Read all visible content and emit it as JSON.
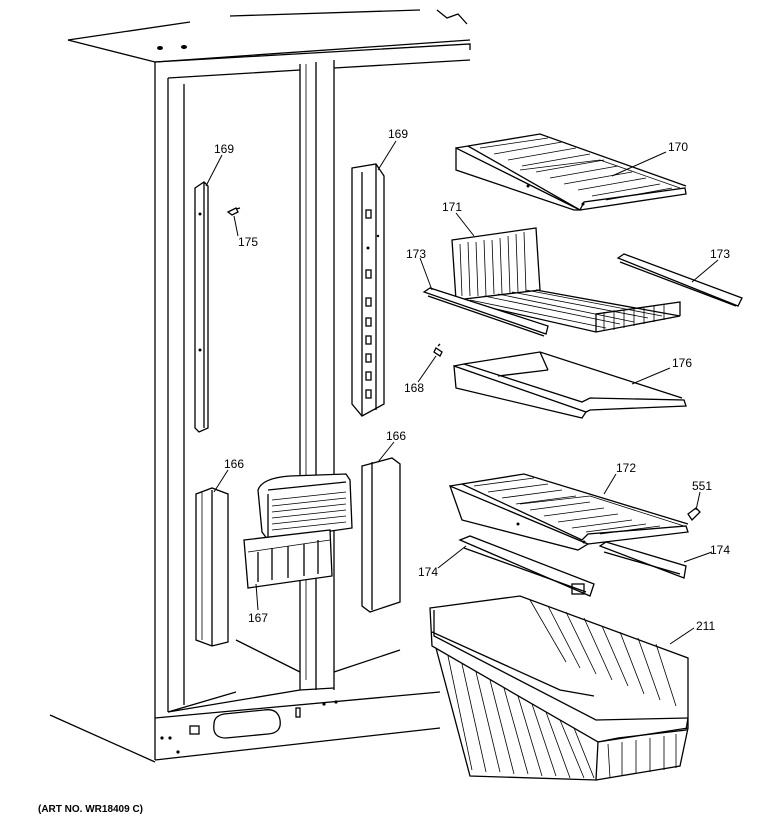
{
  "labels": {
    "l169a": "169",
    "l175": "175",
    "l169b": "169",
    "l166a": "166",
    "l167": "167",
    "l166b": "166",
    "l170": "170",
    "l171": "171",
    "l173a": "173",
    "l173b": "173",
    "l168": "168",
    "l176": "176",
    "l172": "172",
    "l551": "551",
    "l174a": "174",
    "l174b": "174",
    "l211": "211"
  },
  "art_number": "(ART NO. WR18409 C)"
}
